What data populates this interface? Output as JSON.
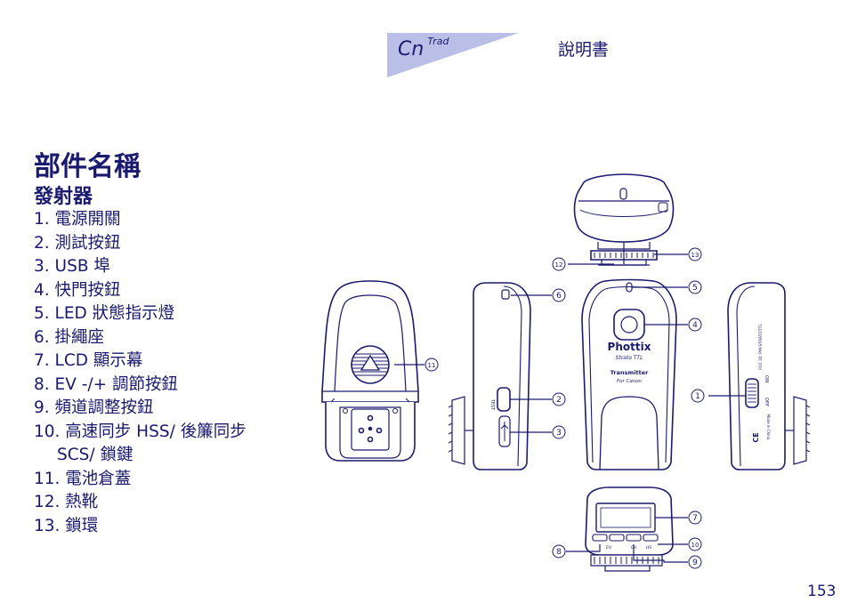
{
  "header": {
    "lang_code": "Cn",
    "lang_variant": "Trad",
    "manual_title": "說明書",
    "tab_color": "#b9bfe6"
  },
  "section_title": "部件名稱",
  "sub_title": "發射器",
  "parts": [
    {
      "label": "1. 電源開關"
    },
    {
      "label": "2. 測試按鈕"
    },
    {
      "label": "3. USB 埠"
    },
    {
      "label": "4. 快門按鈕"
    },
    {
      "label": "5. LED 狀態指示燈"
    },
    {
      "label": "6. 掛繩座"
    },
    {
      "label": "7. LCD 顯示幕"
    },
    {
      "label": "8. EV -/+ 調節按鈕"
    },
    {
      "label": "9. 頻道調整按鈕"
    },
    {
      "label": "10. 高速同步 HSS/ 後簾同步",
      "cont": "SCS/ 鎖鍵"
    },
    {
      "label": "11. 電池倉蓋"
    },
    {
      "label": "12. 熱靴"
    },
    {
      "label": "13. 鎖環"
    }
  ],
  "device": {
    "brand": "Phottix",
    "model": "Strato TTL",
    "type": "Transmitter",
    "for": "For Canon",
    "side_test": "TEST",
    "side_on": "ON",
    "side_off": "OFF",
    "side_fcc": "FCC ID: PM-STRATOTTL",
    "side_made": "Made in China",
    "ce": "CE",
    "btn_ev": "EV",
    "btn_ch": "CH",
    "btn_hs": "HS"
  },
  "callouts": [
    "1",
    "2",
    "3",
    "4",
    "5",
    "6",
    "7",
    "8",
    "9",
    "10",
    "11",
    "12",
    "13"
  ],
  "page_number": "153",
  "colors": {
    "ink": "#1a1a6e",
    "device_fill": "#ffffff"
  }
}
